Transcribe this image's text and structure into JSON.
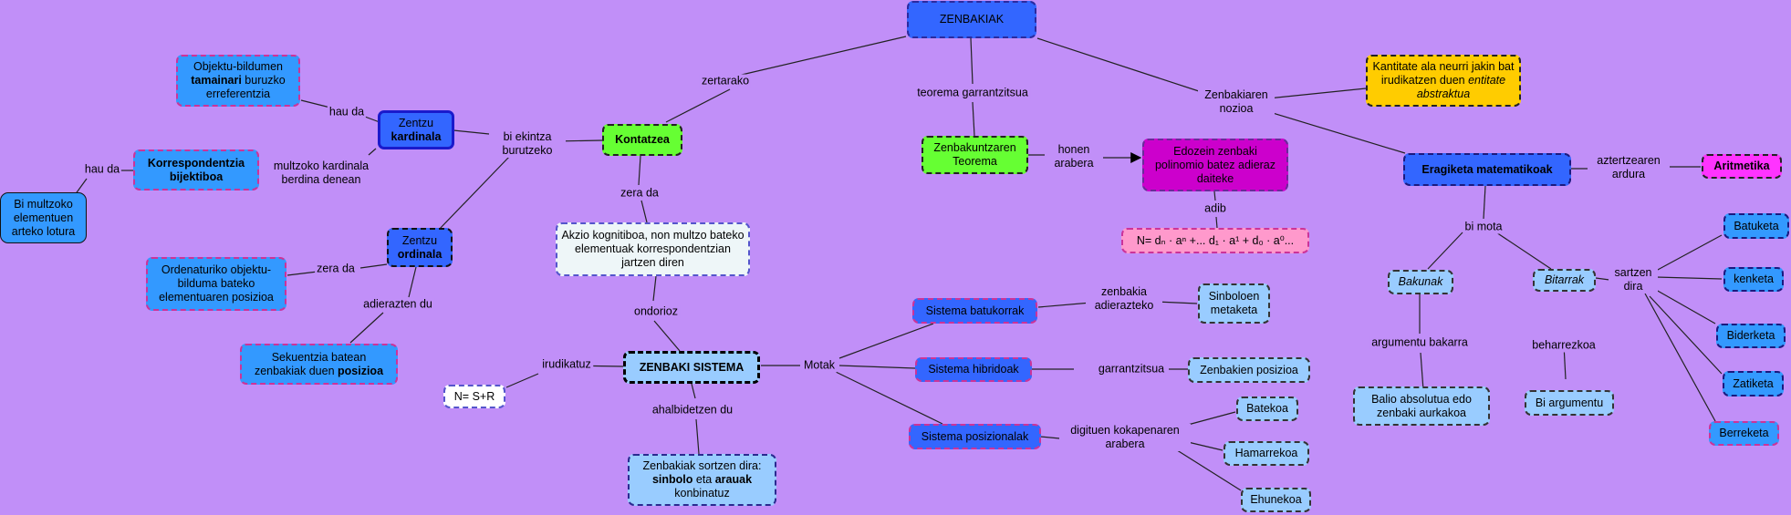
{
  "nodes": {
    "zenbakiak": "ZENBAKIAK",
    "kontatzea": "Kontatzea",
    "kardinala_a": "Zentzu",
    "kardinala_b": "kardinala",
    "ordinala_a": "Zentzu",
    "ordinala_b": "ordinala",
    "tamaina_a": "Objektu-bildumen",
    "tamaina_b": "tamainari",
    "tamaina_c": " buruzko",
    "tamaina_d": "erreferentzia",
    "korresp_a": "Korrespondentzia",
    "korresp_b": "bijektiboa",
    "binaka": "Bi multzoko elementuen arteko lotura",
    "ordenaturiko": "Ordenaturiko objektu-bilduma bateko elementuaren posizioa",
    "sekuentzia_a": "Sekuentzia batean zenbakiak duen ",
    "sekuentzia_b": "posizioa",
    "akzio": "Akzio kognitiboa, non multzo bateko elementuak korrespondentzian jartzen diren",
    "sistema": "ZENBAKI SISTEMA",
    "nsr": "N= S+R",
    "sortzen_a": "Zenbakiak sortzen dira:",
    "sortzen_b": "sinbolo",
    "sortzen_c": " eta ",
    "sortzen_d": "arauak",
    "sortzen_e": "konbinatuz",
    "batukorra": "Sistema batukorrak",
    "hibridoak": "Sistema hibridoak",
    "posizionalak": "Sistema posizionalak",
    "sinboloen": "Sinboloen metaketa",
    "zenbakien_pos": "Zenbakien posizioa",
    "batekoa": "Batekoa",
    "hamarrekoa": "Hamarrekoa",
    "ehunekoa": "Ehunekoa",
    "teorema": "Zenbakuntzaren Teorema",
    "edozein": "Edozein zenbaki polinomio batez adieraz daiteke",
    "formula": "N= dₙ · aⁿ +... d₁ · a¹ + d₀ · a⁰...",
    "kantitate_a": "Kantitate ala neurri jakin bat irudikatzen duen ",
    "kantitate_b": "entitate abstraktua",
    "eragiketa": "Eragiketa matematikoak",
    "aritmetika": "Aritmetika",
    "bakunak": "Bakunak",
    "bitarrak": "Bitarrak",
    "balio": "Balio absolutua edo zenbaki aurkakoa",
    "bi_arg": "Bi argumentu",
    "batuketa": "Batuketa",
    "kenketa": "kenketa",
    "biderketa": "Biderketa",
    "zatiketa": "Zatiketa",
    "berreketa": "Berreketa"
  },
  "labels": {
    "zertarako": "zertarako",
    "bi_ekintza": "bi ekintza burutzeko",
    "hau_da_1": "hau da",
    "hau_da_2": "hau da",
    "multzoko": "multzoko kardinala berdina denean",
    "zera_da_1": "zera da",
    "zera_da_2": "zera da",
    "adierazten": "adierazten du",
    "ondorioz": "ondorioz",
    "irudikatuz": "irudikatuz",
    "ahalbidetzen": "ahalbidetzen du",
    "motak": "Motak",
    "zenbakia_adierazteko": "zenbakia adierazteko",
    "garrantzitsua": "garrantzitsua",
    "digituen": "digituen kokapenaren arabera",
    "teorema_garr": "teorema garrantzitsua",
    "honen_arabera": "honen arabera",
    "adib": "adib",
    "nozioa": "Zenbakiaren nozioa",
    "aztertzearen": "aztertzearen ardura",
    "bi_mota": "bi mota",
    "argumentu_bakarra": "argumentu bakarra",
    "beharrezkoa": "beharrezkoa",
    "sartzen_dira": "sartzen dira"
  },
  "colors": {
    "background": "#c18ff8",
    "blue_node": "#3366ff",
    "green_node": "#66ff33",
    "light_node": "#99ccff",
    "magenta_node": "#cc00cc",
    "pink_node": "#ff99cc",
    "orange_node": "#ffcc00"
  }
}
